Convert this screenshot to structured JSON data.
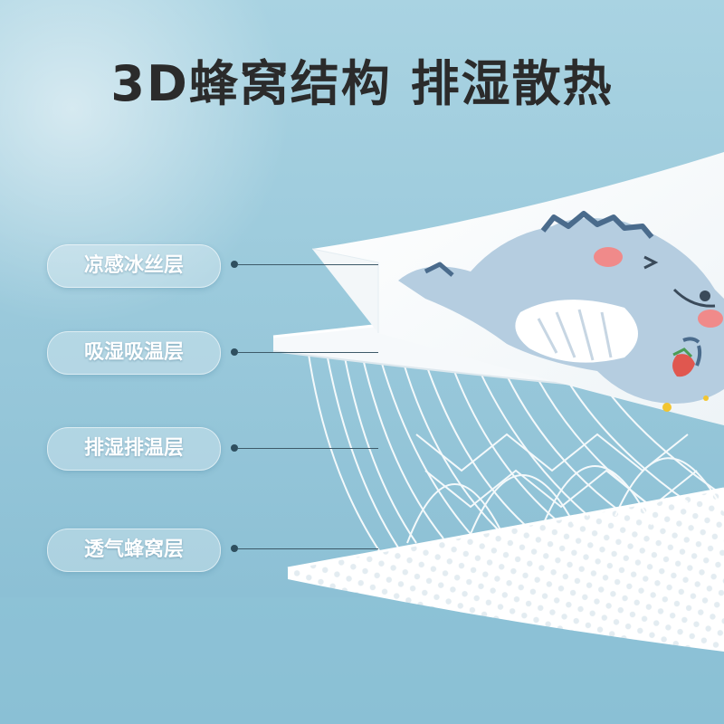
{
  "title": "3D蜂窝结构 排湿散热",
  "layers": [
    {
      "label": "凉感冰丝层"
    },
    {
      "label": "吸湿吸温层"
    },
    {
      "label": "排湿排温层"
    },
    {
      "label": "透气蜂窝层"
    }
  ],
  "colors": {
    "background": "#9bcbdc",
    "title": "#2b2b2b",
    "label_text": "#ffffff",
    "leader_line": "#3d5a69"
  }
}
